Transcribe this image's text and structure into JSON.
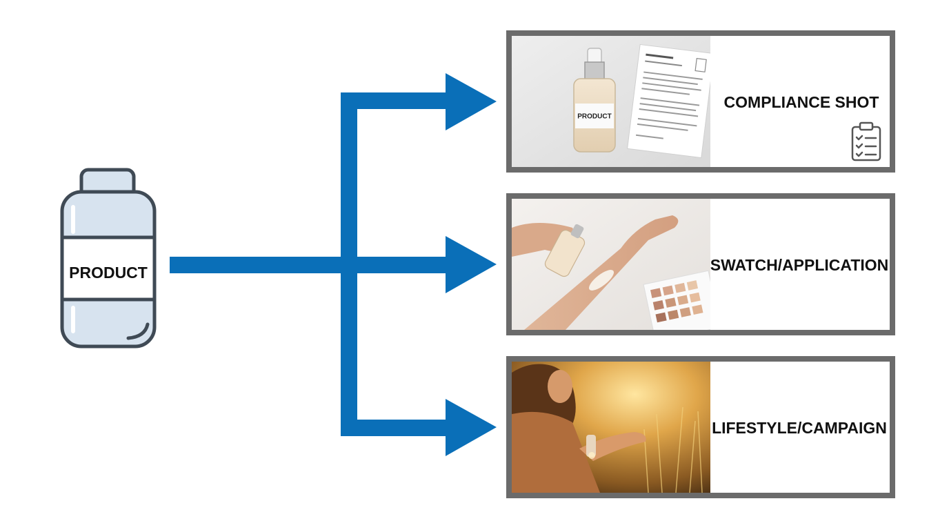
{
  "source": {
    "label": "PRODUCT",
    "icon": "bottle-icon"
  },
  "colors": {
    "arrow": "#0a6fb8",
    "frame": "#6b6b6b",
    "bottle_outline": "#3f4a55",
    "bottle_fill": "#d7e3ef",
    "text": "#111111"
  },
  "outputs": [
    {
      "label": "COMPLIANCE SHOT",
      "photo": "compliance-photo",
      "photo_bottle_label": "PRODUCT",
      "icon": "clipboard-checklist-icon"
    },
    {
      "label": "SWATCH/APPLICATION",
      "photo": "swatch-application-photo"
    },
    {
      "label": "LIFESTYLE/CAMPAIGN",
      "photo": "lifestyle-campaign-photo"
    }
  ]
}
